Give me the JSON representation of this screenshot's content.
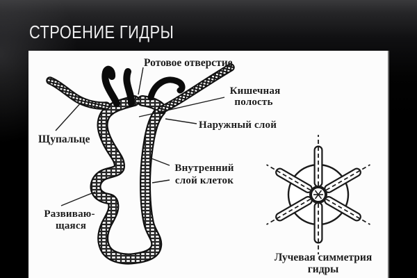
{
  "slide": {
    "title": "СТРОЕНИЕ ГИДРЫ",
    "background_color": "#000000",
    "title_color": "#ededee",
    "panel_color": "#fcfcfc",
    "ink_color": "#1c1c1c"
  },
  "diagram": {
    "labels": {
      "mouth": "Ротовое отверстие",
      "cavity_line1": "Кишечная",
      "cavity_line2": "полость",
      "outer_layer": "Наружный слой",
      "tentacle": "Щупальце",
      "inner_layer_line1": "Внутренний",
      "inner_layer_line2": "слой клеток",
      "budding_line1": "Развиваю-",
      "budding_line2": "щаяся",
      "radial_caption_line1": "Лучевая симметрия",
      "radial_caption_line2": "гидры"
    }
  }
}
